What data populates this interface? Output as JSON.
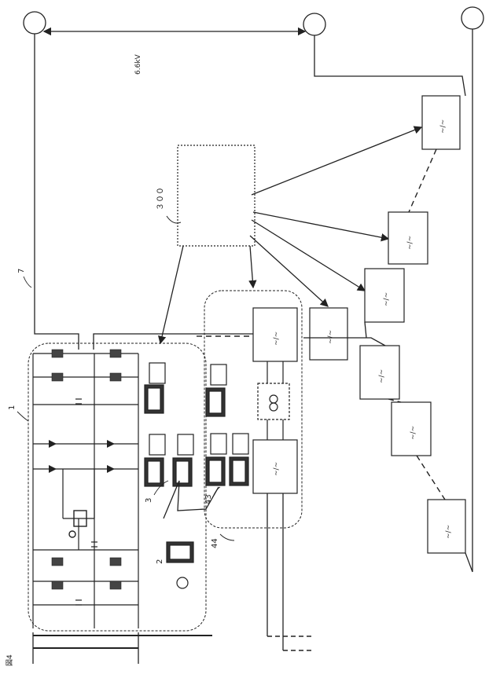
{
  "figure_label": "図4",
  "voltage_label": "6.6kV",
  "controller_label": "３００",
  "converter_symbol": "~/~",
  "ref_numerals": {
    "r1": "1",
    "r2": "2",
    "r3": "3",
    "r7": "7",
    "r43": "43",
    "r44": "44"
  }
}
